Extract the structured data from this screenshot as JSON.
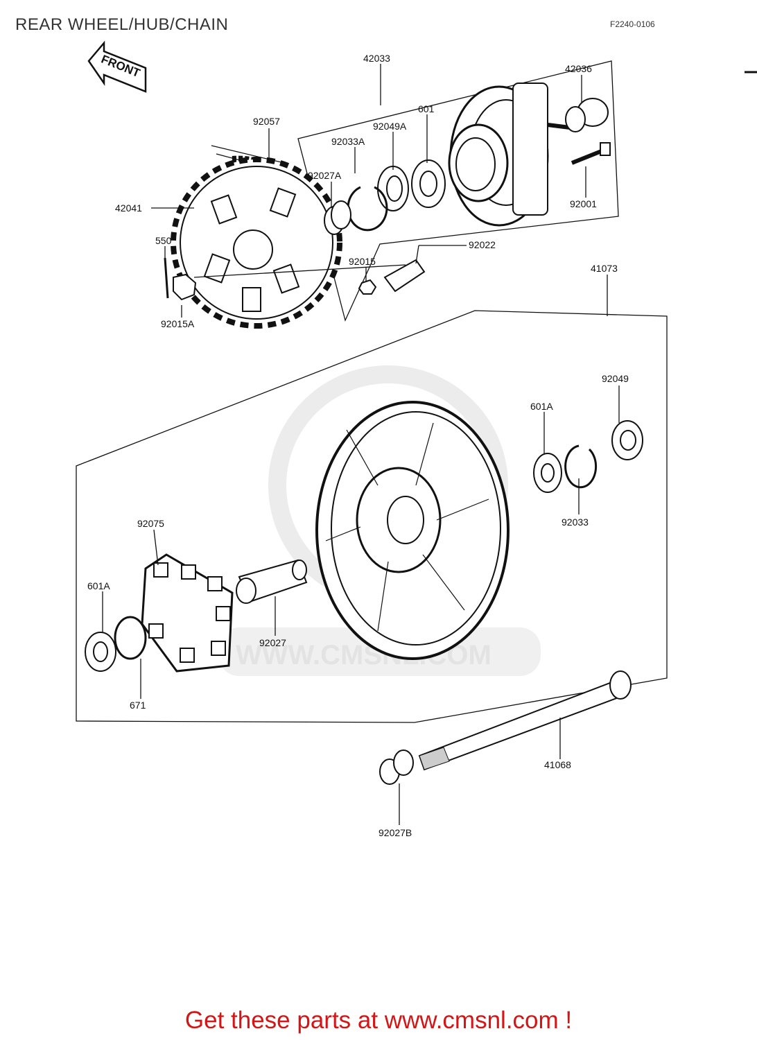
{
  "header": {
    "title": "REAR WHEEL/HUB/CHAIN",
    "drawing_code": "F2240-0106"
  },
  "front_arrow": {
    "label": "FRONT"
  },
  "watermark": {
    "text": "WWW.CMSNL.COM"
  },
  "parts": {
    "p42033": "42033",
    "p42036": "42036",
    "p92057": "92057",
    "p601": "601",
    "p92049A": "92049A",
    "p92033A": "92033A",
    "p92027A": "92027A",
    "p92001": "92001",
    "p42041": "42041",
    "p550": "550",
    "p92022": "92022",
    "p92015": "92015",
    "p92015A": "92015A",
    "p41073": "41073",
    "p92049": "92049",
    "p601A_right": "601A",
    "p92033": "92033",
    "p92075": "92075",
    "p601A_left": "601A",
    "p92027": "92027",
    "p671": "671",
    "p41068": "41068",
    "p92027B": "92027B"
  },
  "footer": {
    "promo": "Get these parts at www.cmsnl.com !"
  },
  "colors": {
    "promo": "#d41515",
    "line": "#111111",
    "watermark": "#e3e3e3"
  }
}
